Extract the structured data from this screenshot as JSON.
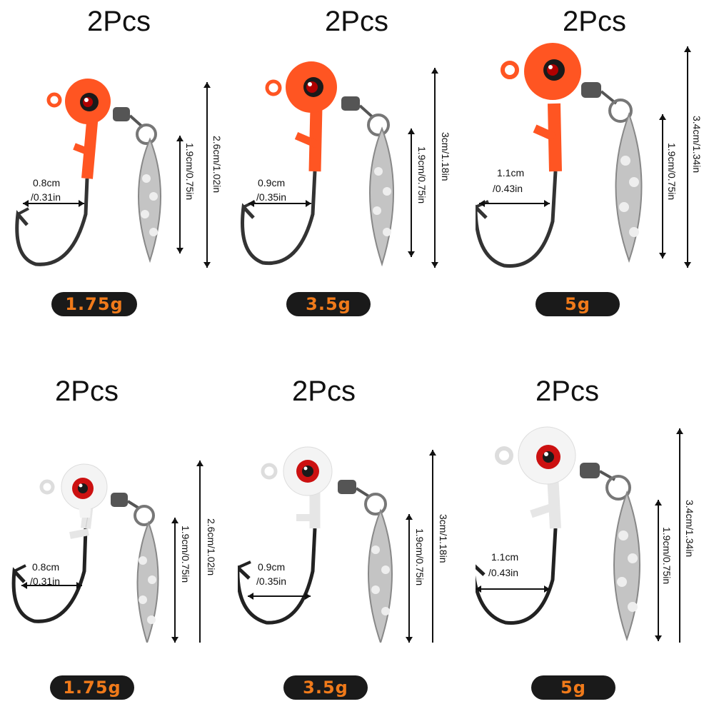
{
  "colors": {
    "orange_head": "#ff5522",
    "white_head": "#f4f4f4",
    "badge_bg": "#1a1a1a",
    "badge_text": "#f07a1a"
  },
  "items": [
    {
      "qty": "2Pcs",
      "gap": "0.8cm",
      "gap_in": "/0.31in",
      "total": "2.6cm/1.02in",
      "blade": "1.9cm/0.75in",
      "weight": "1.75g",
      "head": "orange"
    },
    {
      "qty": "2Pcs",
      "gap": "0.9cm",
      "gap_in": "/0.35in",
      "total": "3cm/1.18in",
      "blade": "1.9cm/0.75in",
      "weight": "3.5g",
      "head": "orange"
    },
    {
      "qty": "2Pcs",
      "gap": "1.1cm",
      "gap_in": "/0.43in",
      "total": "3.4cm/1.34in",
      "blade": "1.9cm/0.75in",
      "weight": "5g",
      "head": "orange"
    },
    {
      "qty": "2Pcs",
      "gap": "0.8cm",
      "gap_in": "/0.31in",
      "total": "2.6cm/1.02in",
      "blade": "1.9cm/0.75in",
      "weight": "1.75g",
      "head": "white"
    },
    {
      "qty": "2Pcs",
      "gap": "0.9cm",
      "gap_in": "/0.35in",
      "total": "3cm/1.18in",
      "blade": "1.9cm/0.75in",
      "weight": "3.5g",
      "head": "white"
    },
    {
      "qty": "2Pcs",
      "gap": "1.1cm",
      "gap_in": "/0.43in",
      "total": "3.4cm/1.34in",
      "blade": "1.9cm/0.75in",
      "weight": "5g",
      "head": "white"
    }
  ]
}
